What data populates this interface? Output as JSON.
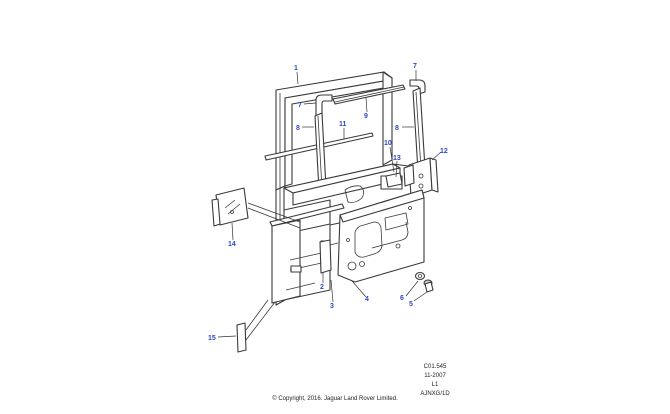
{
  "callouts": [
    "1",
    "2",
    "3",
    "4",
    "5",
    "6",
    "7",
    "7",
    "8",
    "8",
    "9",
    "10",
    "11",
    "12",
    "13",
    "14",
    "15"
  ],
  "reference": {
    "code": "C01.545",
    "date": "11-2007",
    "sheet": "L1",
    "group": "AJNXG/1D"
  },
  "copyright": "© Copyright, 2016. Jaguar Land Rover Limited.",
  "colors": {
    "callout": "#2a48c8",
    "line": "#3a3a3a"
  }
}
